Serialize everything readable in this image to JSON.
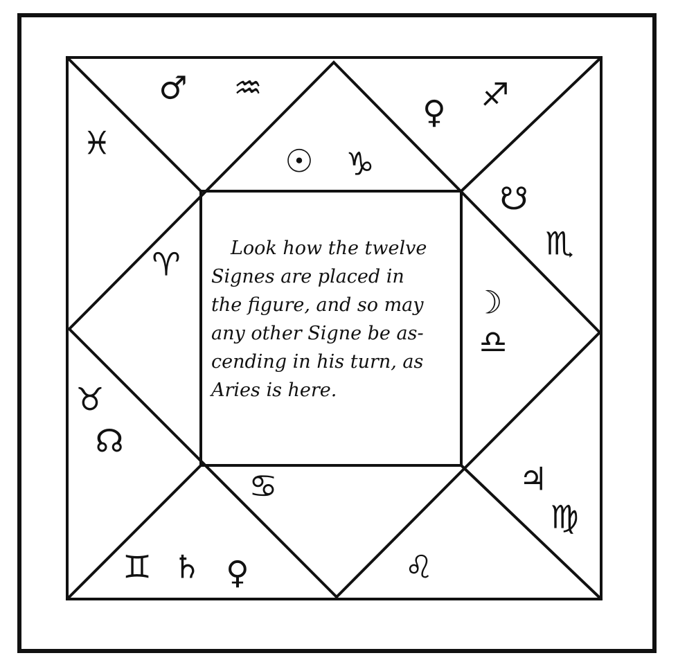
{
  "caption_lines": [
    "Look how the twelve",
    "Signes  are placed  in",
    "the figure, and so may",
    "any other Signe be as-",
    "cending in his turn, as",
    "Aries is here."
  ],
  "houses": {
    "top_left": [
      "♂",
      "♒"
    ],
    "left_upper": [
      "♓"
    ],
    "left_center": [
      "♈"
    ],
    "left_lower": [
      "♉",
      "☊"
    ],
    "bottom_left": [
      "♊",
      "♄",
      "♀"
    ],
    "bottom_center": [
      "♋"
    ],
    "bottom_right": [
      "♌"
    ],
    "right_lower": [
      "♃",
      "♍"
    ],
    "right_center": [
      "☽",
      "♎"
    ],
    "right_upper": [
      "☋",
      "♏"
    ],
    "top_right": [
      "♀",
      "♐"
    ],
    "top_center": [
      "☉",
      "♑"
    ]
  }
}
